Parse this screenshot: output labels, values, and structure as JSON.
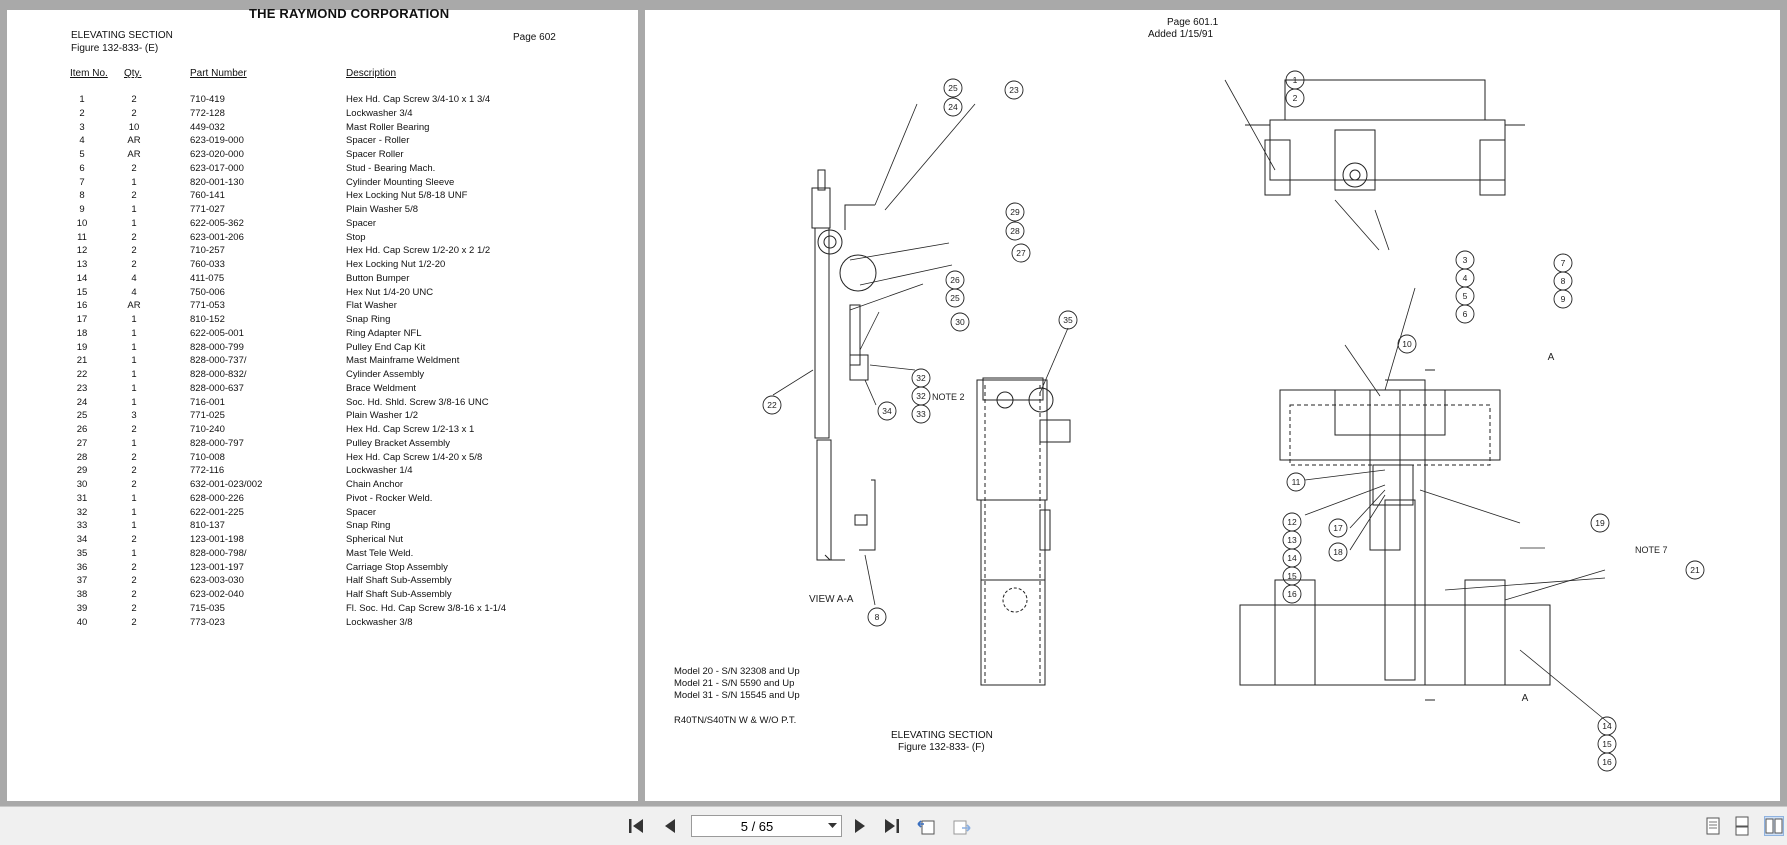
{
  "left_page": {
    "corporation": "THE RAYMOND CORPORATION",
    "section_title": "ELEVATING SECTION",
    "figure": "Figure 132-833- (E)",
    "page": "Page 602",
    "columns": [
      "Item No.",
      "Qty.",
      "Part Number",
      "Description"
    ],
    "rows": [
      [
        "1",
        "2",
        "710-419",
        "Hex Hd. Cap Screw 3/4-10 x 1 3/4"
      ],
      [
        "2",
        "2",
        "772-128",
        "Lockwasher 3/4"
      ],
      [
        "3",
        "10",
        "449-032",
        "Mast Roller Bearing"
      ],
      [
        "4",
        "AR",
        "623-019-000",
        "Spacer - Roller"
      ],
      [
        "5",
        "AR",
        "623-020-000",
        "Spacer Roller"
      ],
      [
        "6",
        "2",
        "623-017-000",
        "Stud - Bearing Mach."
      ],
      [
        "7",
        "1",
        "820-001-130",
        "Cylinder Mounting Sleeve"
      ],
      [
        "8",
        "2",
        "760-141",
        "Hex Locking Nut 5/8-18 UNF"
      ],
      [
        "9",
        "1",
        "771-027",
        "Plain Washer 5/8"
      ],
      [
        "10",
        "1",
        "622-005-362",
        "Spacer"
      ],
      [
        "11",
        "2",
        "623-001-206",
        "Stop"
      ],
      [
        "12",
        "2",
        "710-257",
        "Hex Hd. Cap Screw 1/2-20 x 2 1/2"
      ],
      [
        "13",
        "2",
        "760-033",
        "Hex Locking Nut 1/2-20"
      ],
      [
        "14",
        "4",
        "411-075",
        "Button Bumper"
      ],
      [
        "15",
        "4",
        "750-006",
        "Hex Nut 1/4-20 UNC"
      ],
      [
        "16",
        "AR",
        "771-053",
        "Flat Washer"
      ],
      [
        "17",
        "1",
        "810-152",
        "Snap Ring"
      ],
      [
        "18",
        "1",
        "622-005-001",
        "Ring Adapter NFL"
      ],
      [
        "19",
        "1",
        "828-000-799",
        "Pulley End Cap Kit"
      ],
      [
        "21",
        "1",
        "828-000-737/",
        "Mast Mainframe Weldment"
      ],
      [
        "22",
        "1",
        "828-000-832/",
        "Cylinder Assembly"
      ],
      [
        "23",
        "1",
        "828-000-637",
        "Brace Weldment"
      ],
      [
        "24",
        "1",
        "716-001",
        "Soc. Hd. Shld. Screw 3/8-16 UNC"
      ],
      [
        "25",
        "3",
        "771-025",
        "Plain Washer 1/2"
      ],
      [
        "26",
        "2",
        "710-240",
        "Hex Hd. Cap Screw 1/2-13 x 1"
      ],
      [
        "27",
        "1",
        "828-000-797",
        "Pulley Bracket Assembly"
      ],
      [
        "28",
        "2",
        "710-008",
        "Hex Hd. Cap Screw 1/4-20 x 5/8"
      ],
      [
        "29",
        "2",
        "772-116",
        "Lockwasher 1/4"
      ],
      [
        "30",
        "2",
        "632-001-023/002",
        "Chain Anchor"
      ],
      [
        "31",
        "1",
        "628-000-226",
        "Pivot - Rocker Weld."
      ],
      [
        "32",
        "1",
        "622-001-225",
        "Spacer"
      ],
      [
        "33",
        "1",
        "810-137",
        "Snap Ring"
      ],
      [
        "34",
        "2",
        "123-001-198",
        "Spherical Nut"
      ],
      [
        "35",
        "1",
        "828-000-798/",
        "Mast Tele Weld."
      ],
      [
        "36",
        "2",
        "123-001-197",
        "Carriage Stop Assembly"
      ],
      [
        "37",
        "2",
        "623-003-030",
        "Half Shaft Sub-Assembly"
      ],
      [
        "38",
        "2",
        "623-002-040",
        "Half Shaft Sub-Assembly"
      ],
      [
        "39",
        "2",
        "715-035",
        "Fl. Soc. Hd. Cap Screw 3/8-16 x 1-1/4"
      ],
      [
        "40",
        "2",
        "773-023",
        "Lockwasher 3/8"
      ]
    ]
  },
  "right_page": {
    "page": "Page 601.1",
    "added": "Added 1/15/91",
    "models": [
      "Model 20 - S/N 32308 and Up",
      "Model 21 - S/N 5590 and Up",
      "Model 31 - S/N 15545 and Up"
    ],
    "variant": "R40TN/S40TN W & W/O P.T.",
    "caption_title": "ELEVATING SECTION",
    "caption_figure": "Figure 132-833- (F)",
    "view_label": "VIEW A-A",
    "note2": "NOTE 2",
    "note7": "NOTE 7",
    "section_a": "A",
    "callouts": {
      "c25a": "25",
      "c24": "24",
      "c23": "23",
      "c29": "29",
      "c28": "28",
      "c27": "27",
      "c26": "26",
      "c25b": "25",
      "c30": "30",
      "c32a": "32",
      "c32b": "32",
      "c33": "33",
      "c34": "34",
      "c22": "22",
      "c8": "8",
      "c35": "35",
      "c1": "1",
      "c2": "2",
      "c3": "3",
      "c4": "4",
      "c5": "5",
      "c6": "6",
      "c7": "7",
      "c8b": "8",
      "c9": "9",
      "c10": "10",
      "c11": "11",
      "c12": "12",
      "c13": "13",
      "c14": "14",
      "c15": "15",
      "c16": "16",
      "c17": "17",
      "c18": "18",
      "c19": "19",
      "c21": "21",
      "c14b": "14",
      "c15b": "15",
      "c16b": "16"
    }
  },
  "toolbar": {
    "page_value": "5 / 65",
    "icons": [
      "first-page-icon",
      "prev-page-icon",
      "next-page-icon",
      "last-page-icon",
      "back-view-icon",
      "forward-view-icon",
      "single-page-icon",
      "continuous-page-icon",
      "two-page-icon"
    ]
  }
}
